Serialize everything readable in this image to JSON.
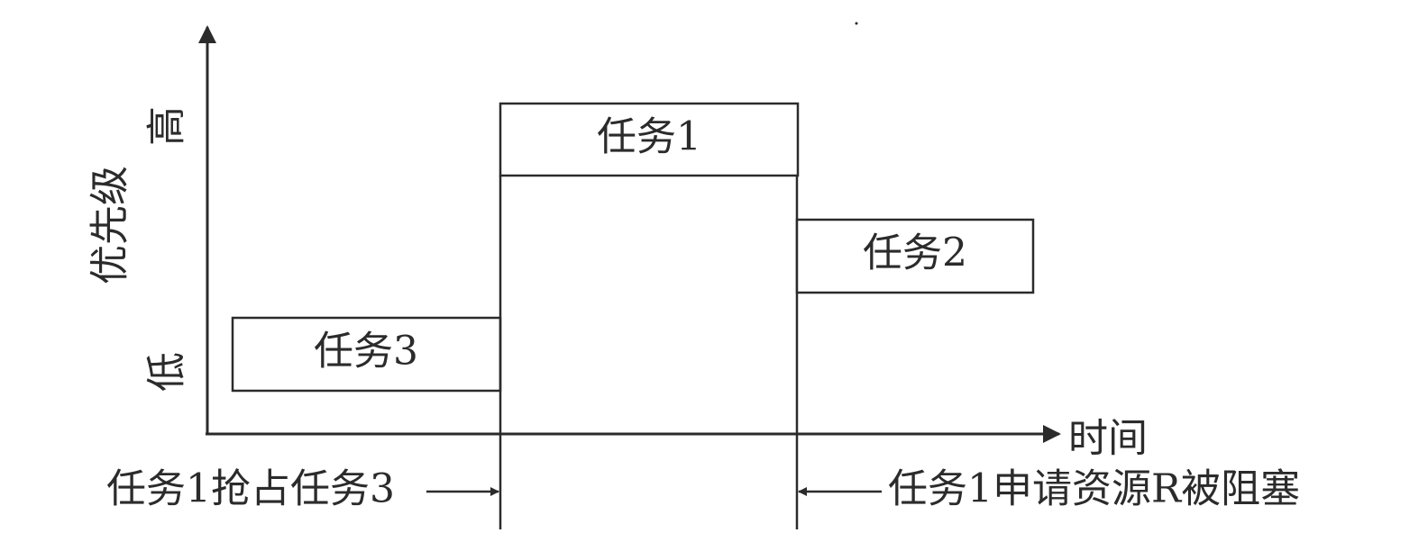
{
  "axes": {
    "y_label": "优先级",
    "y_high": "高",
    "y_low": "低",
    "x_label": "时间"
  },
  "tasks": {
    "task1": "任务1",
    "task2": "任务2",
    "task3": "任务3"
  },
  "annotations": {
    "left": "任务1抢占任务3",
    "right": "任务1申请资源R被阻塞"
  },
  "colors": {
    "ink": "#2b2b2b",
    "background": "#ffffff"
  }
}
